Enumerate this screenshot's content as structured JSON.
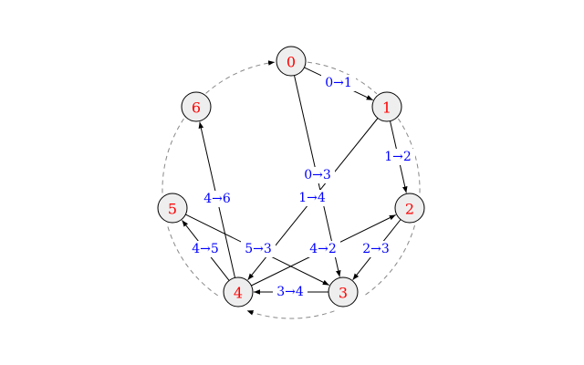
{
  "colors": {
    "node_label": "#ff0000",
    "edge_label": "#0000ff",
    "node_fill": "#eeeeee",
    "stroke": "#000000",
    "order_arc": "#888888"
  },
  "nodes": [
    {
      "id": "0",
      "label": "0"
    },
    {
      "id": "1",
      "label": "1"
    },
    {
      "id": "2",
      "label": "2"
    },
    {
      "id": "3",
      "label": "3"
    },
    {
      "id": "4",
      "label": "4"
    },
    {
      "id": "5",
      "label": "5"
    },
    {
      "id": "6",
      "label": "6"
    }
  ],
  "edges": [
    {
      "id": "e01",
      "from": "0",
      "to": "1",
      "label": "0→1"
    },
    {
      "id": "e12",
      "from": "1",
      "to": "2",
      "label": "1→2"
    },
    {
      "id": "e03",
      "from": "0",
      "to": "3",
      "label": "0→3"
    },
    {
      "id": "e14",
      "from": "1",
      "to": "4",
      "label": "1→4"
    },
    {
      "id": "e46",
      "from": "4",
      "to": "6",
      "label": "4→6"
    },
    {
      "id": "e45",
      "from": "4",
      "to": "5",
      "label": "4→5"
    },
    {
      "id": "e53",
      "from": "5",
      "to": "3",
      "label": "5→3"
    },
    {
      "id": "e42",
      "from": "4",
      "to": "2",
      "label": "4→2"
    },
    {
      "id": "e23",
      "from": "2",
      "to": "3",
      "label": "2→3"
    },
    {
      "id": "e34",
      "from": "3",
      "to": "4",
      "label": "3→4"
    }
  ]
}
